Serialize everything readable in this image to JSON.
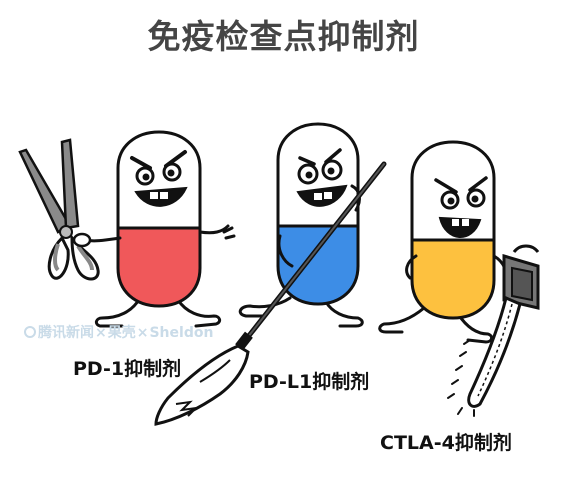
{
  "title": "免疫检查点抑制剂",
  "captions": {
    "pd1": "PD-1抑制剂",
    "pdl1": "PD-L1抑制剂",
    "ctla4": "CTLA-4抑制剂"
  },
  "watermark": {
    "part1": "腾讯新闻",
    "sep": "×",
    "part2": "果壳",
    "part3": "Sheldon"
  },
  "colors": {
    "pd1_pill": "#f0585a",
    "pdl1_pill": "#3d8de6",
    "ctla4_pill": "#fdc13f",
    "outline": "#111111",
    "metal": "#8a8a8a"
  },
  "icons": {
    "pd1_weapon": "scissors-icon",
    "pdl1_weapon": "glaive-icon",
    "ctla4_weapon": "chainsaw-icon"
  }
}
